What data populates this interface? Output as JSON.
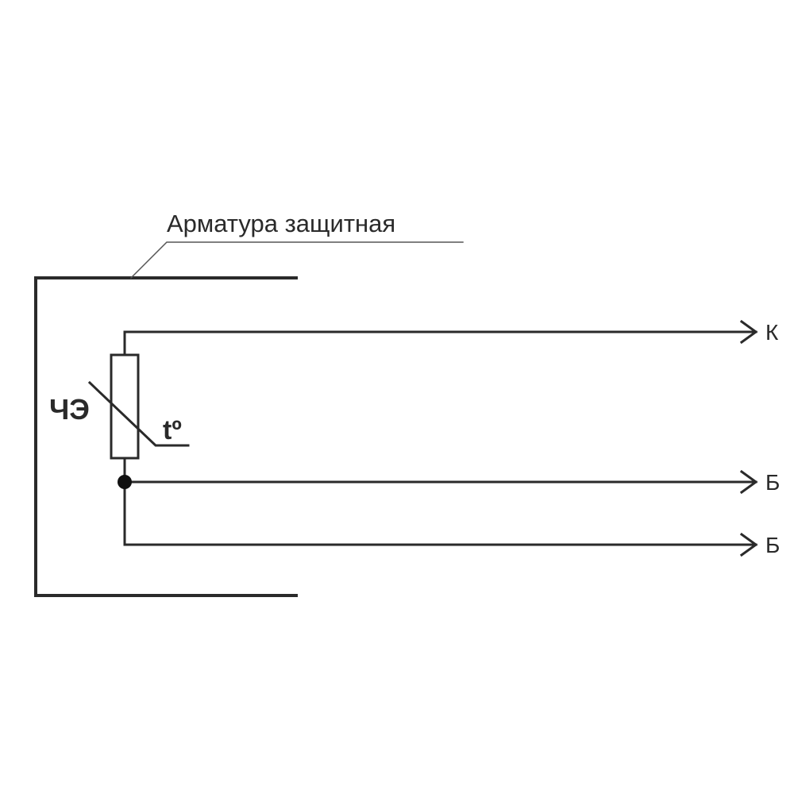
{
  "diagram": {
    "armature_label": "Арматура защитная",
    "element_label": "ЧЭ",
    "temperature_label": "tº",
    "outputs": [
      {
        "label": "К"
      },
      {
        "label": "Б"
      },
      {
        "label": "Б"
      }
    ],
    "line_color": "#2a2a2a"
  }
}
